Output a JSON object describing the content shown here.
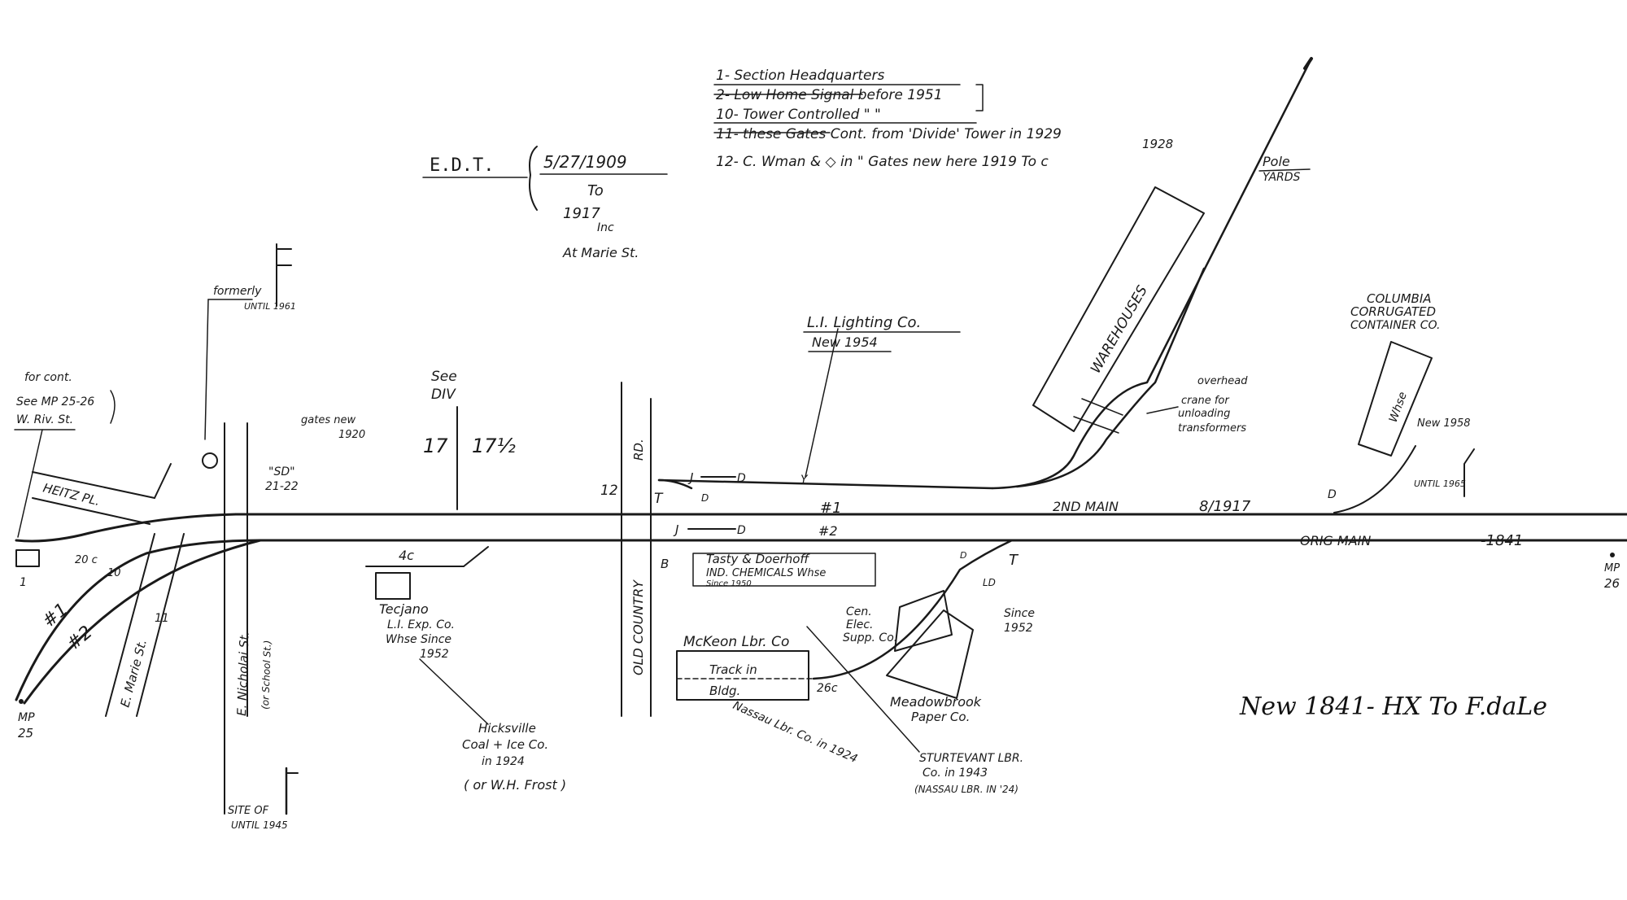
{
  "header_notes": [
    "1- Section Headquarters",
    "2- Low Home Signal before 1951",
    "10- Tower Controlled \" \"",
    "11- these Gates Cont. from 'Divide' Tower in 1929",
    "12- C. Wman & ◇ in \" Gates new here 1919 To c"
  ],
  "header_year": "1928",
  "edt": {
    "label": "E.D.T.",
    "date": "5/27/1909",
    "to": "To",
    "end": "1917",
    "inc": "Inc",
    "place": "At Marie St."
  },
  "places": {
    "pole_yards_1": "Pole",
    "pole_yards_2": "YARDS",
    "warehouses": "WAREHOUSES",
    "li_lighting_1": "L.I. Lighting Co.",
    "li_lighting_2": "New 1954",
    "columbia_1": "COLUMBIA",
    "columbia_2": "CORRUGATED",
    "columbia_3": "CONTAINER CO.",
    "whse": "Whse",
    "new_1958": "New 1958",
    "until_1965": "UNTIL 1965",
    "overhead_1": "overhead",
    "overhead_2": "crane for",
    "overhead_3": "unloading",
    "overhead_4": "transformers",
    "formerly": "formerly",
    "until_1961": "UNTIL 1961",
    "for_cont_1": "for cont.",
    "for_cont_2": "See MP 25-26",
    "for_cont_3": "W. Riv. St.",
    "heitz": "HEITZ PL.",
    "see_div_1": "See",
    "see_div_2": "DIV",
    "mp17": "17",
    "mp17_5": "17½",
    "gates_new_1": "gates new",
    "gates_new_2": "1920",
    "sd_1": "\"SD\"",
    "sd_2": "21-22",
    "rd": "RD.",
    "old_country": "OLD COUNTRY",
    "twelve": "12",
    "second_main": "2ND MAIN",
    "second_main_year": "8/1917",
    "orig_main": "ORIG MAIN",
    "orig_main_year": "-1841",
    "mp26_1": "MP",
    "mp26_2": "26",
    "mp25_1": "MP",
    "mp25_2": "25",
    "track1": "#1",
    "track2": "#2",
    "track1b": "#1",
    "track2b": "#2",
    "no20c": "20 c",
    "no10": "10",
    "no11": "11",
    "no1": "1",
    "no4c": "4c",
    "e_marie": "E. Marie St.",
    "e_nicholai": "E. Nicholai St.",
    "or_school": "(or School St.)",
    "tecjano_1": "Tecjano",
    "tecjano_2": "L.I. Exp. Co.",
    "tecjano_3": "Whse Since",
    "tecjano_4": "1952",
    "hicksville_1": "Hicksville",
    "hicksville_2": "Coal + Ice Co.",
    "hicksville_3": "in 1924",
    "hicksville_4": "( or W.H. Frost )",
    "site_of": "SITE OF",
    "until_1945": "UNTIL 1945",
    "tasty_1": "Tasty & Doerhoff",
    "tasty_2": "IND. CHEMICALS Whse",
    "tasty_3": "Since 1950",
    "mckeon_1": "McKeon Lbr. Co",
    "mckeon_2": "Track in",
    "mckeon_3": "Bldg.",
    "nassau_lbr": "Nassau Lbr. Co. in 1924",
    "no26c": "26c",
    "cen_elec_1": "Cen.",
    "cen_elec_2": "Elec.",
    "cen_elec_3": "Supp. Co.",
    "since_1952_1": "Since",
    "since_1952_2": "1952",
    "meadowbrook_1": "Meadowbrook",
    "meadowbrook_2": "Paper Co.",
    "sturtevant_1": "STURTEVANT LBR.",
    "sturtevant_2": "Co. in 1943",
    "sturtevant_3": "(NASSAU LBR. IN '24)",
    "letter_t1": "T",
    "letter_t2": "T",
    "letter_d1": "D",
    "letter_d2": "D",
    "letter_d3": "D",
    "letter_d4": "D",
    "letter_d5": "D",
    "letter_j1": "J",
    "letter_j2": "J",
    "letter_b": "B",
    "letter_ld": "LD",
    "letter_y": "Y"
  },
  "footer_title": "New 1841- HX To F.daLe"
}
